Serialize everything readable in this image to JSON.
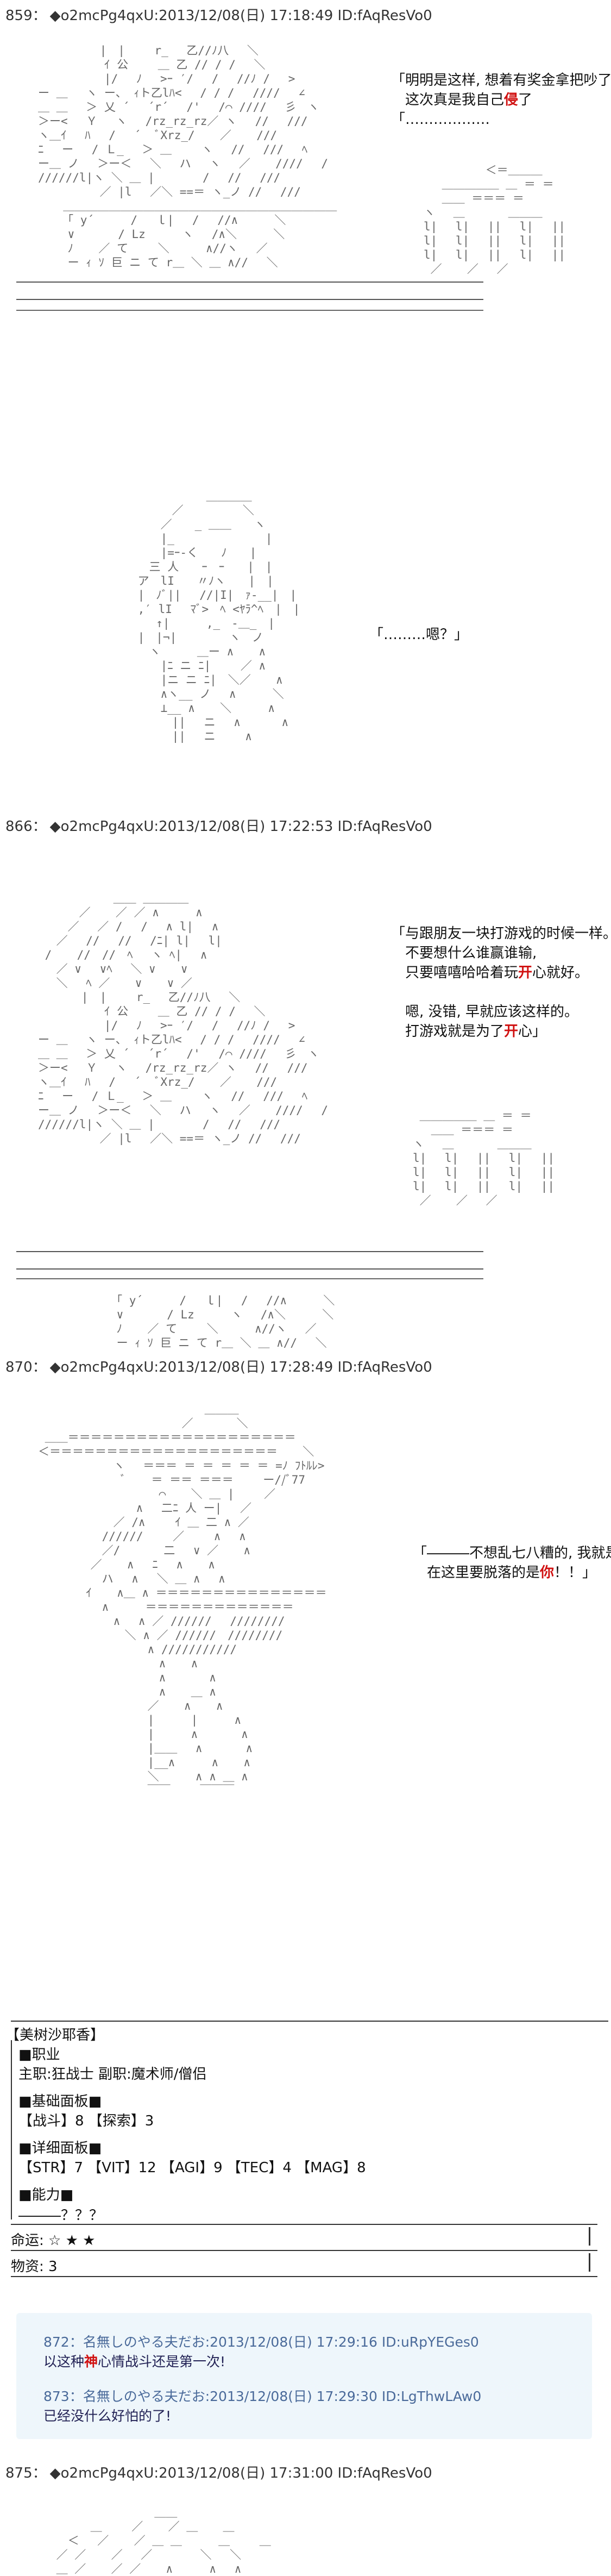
{
  "posts": [
    {
      "num": "859：",
      "meta": "◆o2mcPg4qxU:2013/12/08(日) 17:18:49 ID:fAqResVo0",
      "speech": [
        "「明明是这样, 想着有奖金拿把吵了",
        "　这次真是我自己",
        "了"
      ],
      "speech_em": "侵",
      "speech2": "「……………… 　　　　　　　　　"
    },
    {
      "num": "866：",
      "meta": "◆o2mcPg4qxU:2013/12/08(日) 17:22:53 ID:fAqResVo0",
      "speech": [
        "「与跟朋友一块打游戏的时候一样。",
        "　不要想什么谁赢谁输,",
        "　只要嘻嘻哈哈着玩",
        "心就好。",
        "",
        "　嗯, 没错, 早就应该这样的。",
        "　打游戏就是为了",
        "心」"
      ],
      "speech_em": "开"
    },
    {
      "num": "870：",
      "meta": "◆o2mcPg4qxU:2013/12/08(日) 17:28:49 ID:fAqResVo0",
      "speech": [
        "「―――不想乱七八糟的, 我就是",
        "　在这里要脱落的是",
        "！！」"
      ],
      "speech_em": "你"
    },
    {
      "num": "875：",
      "meta": "◆o2mcPg4qxU:2013/12/08(日) 17:31:00 ID:fAqResVo0"
    }
  ],
  "status": {
    "name": "【美树沙耶香】",
    "job_header": "■职业",
    "job": "主职:狂战士 副职:魔术师/僧侣",
    "basic_header": "■基础面板■",
    "basic": "【战斗】8 【探索】3",
    "detail_header": "■详细面板■",
    "detail": "【STR】7 【VIT】12 【AGI】9 【TEC】4 【MAG】8",
    "ability_header": "■能力■",
    "ability": "―――？？？",
    "luck": "命运: ☆ ★ ★",
    "items": "物资: 3"
  },
  "comments": [
    {
      "meta": "872：名無しのやる夫だお:2013/12/08(日) 17:29:16 ID:uRpYEGes0",
      "text_pre": "以这种",
      "text_em": "神",
      "text_post": "心情战斗还是第一次!"
    },
    {
      "meta": "873：名無しのやる夫だお:2013/12/08(日) 17:29:30 ID:LgThwLAw0",
      "text_pre": "已经没什么好怕的了!",
      "text_em": "",
      "text_post": ""
    }
  ],
  "speech_misc": {
    "post859_b": "「……………… 　　　",
    "post866_b": "「………嗯？」"
  }
}
